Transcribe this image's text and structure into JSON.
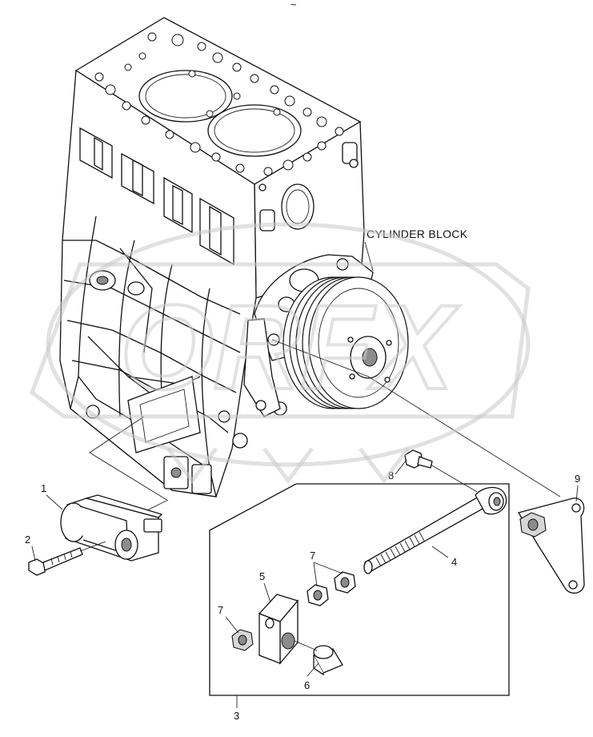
{
  "diagram": {
    "block_label": "CYLINDER BLOCK",
    "callouts": {
      "c1": "1",
      "c2": "2",
      "c3": "3",
      "c4": "4",
      "c5": "5",
      "c6": "6",
      "c7a": "7",
      "c7b": "7",
      "c8": "8",
      "c9": "9"
    },
    "top_mark": "~"
  },
  "watermark": {
    "text": "ORFX"
  }
}
